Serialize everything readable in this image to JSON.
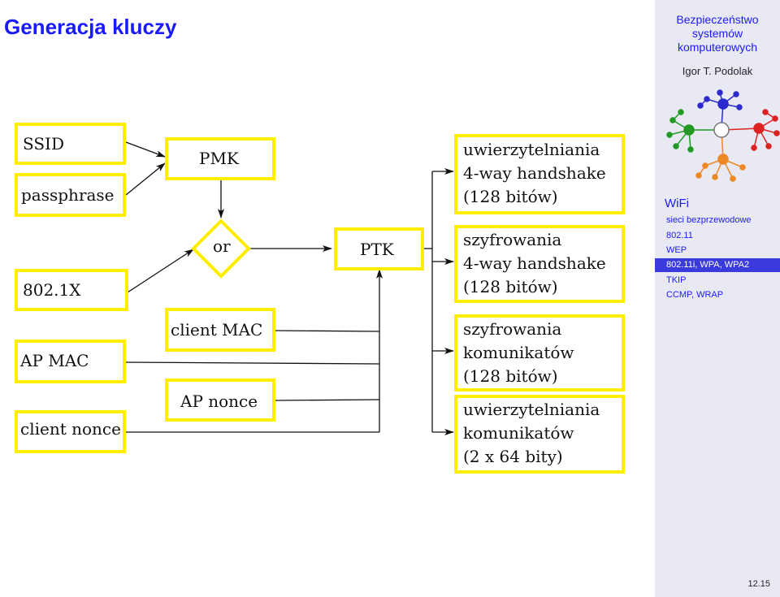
{
  "slide": {
    "title": "Generacja kluczy",
    "page_number": "12.15"
  },
  "sidebar": {
    "course": [
      "Bezpieczeństwo",
      "systemów",
      "komputerowych"
    ],
    "author": "Igor T. Podolak",
    "section": "WiFi",
    "items": [
      {
        "label": "sieci bezprzewodowe",
        "active": false
      },
      {
        "label": "802.11",
        "active": false
      },
      {
        "label": "WEP",
        "active": false
      },
      {
        "label": "802.11i, WPA, WPA2",
        "active": true
      },
      {
        "label": "TKIP",
        "active": false
      },
      {
        "label": "CCMP, WRAP",
        "active": false
      }
    ]
  },
  "diagram": {
    "inputs": {
      "ssid": "SSID",
      "passphrase": "passphrase",
      "x8021": "802.1X",
      "ap_mac": "AP MAC",
      "client_nonce": "client nonce"
    },
    "middle": {
      "pmk": "PMK",
      "or": "or",
      "client_mac": "client MAC",
      "ap_nonce": "AP nonce"
    },
    "ptk": "PTK",
    "outputs": [
      [
        "uwierzytelniania",
        "4-way handshake",
        "(128 bitów)"
      ],
      [
        "szyfrowania",
        "4-way handshake",
        "(128 bitów)"
      ],
      [
        "szyfrowania",
        "komunikatów",
        "(128 bitów)"
      ],
      [
        "uwierzytelniania",
        "komunikatów",
        "(2 x 64 bity)"
      ]
    ],
    "colors": {
      "box_border": "#ffee00",
      "line": "#111111"
    }
  }
}
